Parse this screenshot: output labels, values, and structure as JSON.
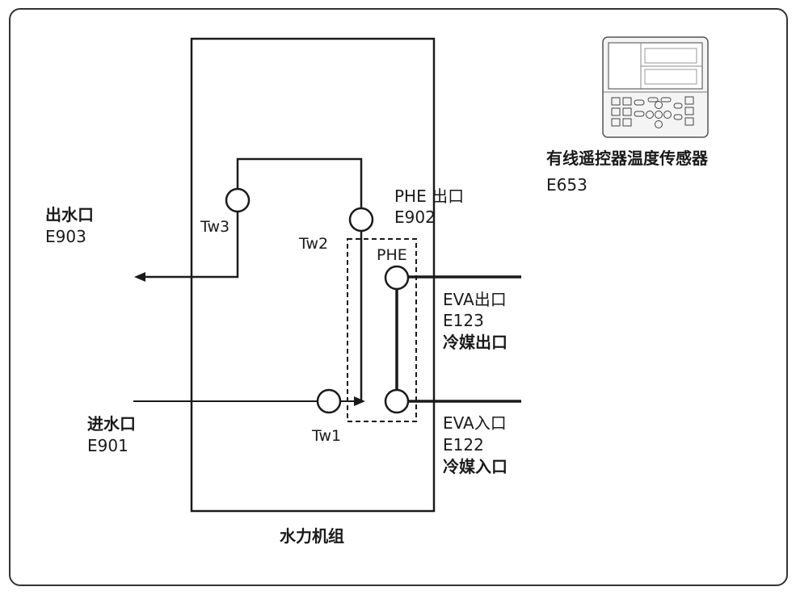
{
  "outlet": {
    "title": "出水口",
    "code": "E903"
  },
  "inlet": {
    "title": "进水口",
    "code": "E901"
  },
  "sensors": {
    "tw1": "Tw1",
    "tw2": "Tw2",
    "tw3": "Tw3"
  },
  "phe": {
    "label": "PHE",
    "outlet_title": "PHE 出口",
    "outlet_code": "E902"
  },
  "eva_out": {
    "title": "EVA出口",
    "code": "E123",
    "desc": "冷媒出口"
  },
  "eva_in": {
    "title": "EVA入口",
    "code": "E122",
    "desc": "冷媒入口"
  },
  "remote": {
    "title": "有线遥控器温度传感器",
    "code": "E653"
  },
  "unit": {
    "title": "水力机组"
  }
}
